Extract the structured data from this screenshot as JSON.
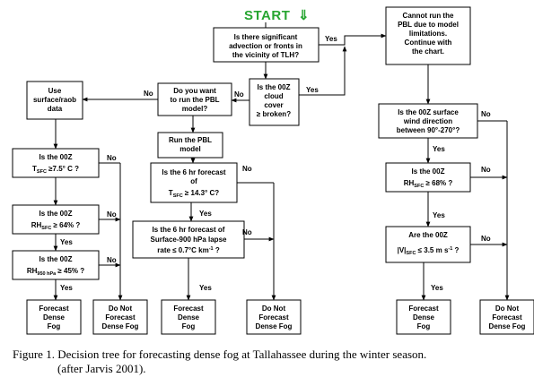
{
  "start_label": "START",
  "start_arrow": "⇓",
  "boxes": {
    "advection": [
      "Is there significant",
      "advection or fronts in",
      "the vicinity of TLH?"
    ],
    "cannot_run": [
      "Cannot run the",
      "PBL due to model",
      "limitations.",
      "Continue with",
      "the chart."
    ],
    "use_surface": [
      "Use",
      "surface/raob",
      "data"
    ],
    "run_pbl_q": [
      "Do you want",
      "to run the PBL",
      "model?"
    ],
    "cloud": [
      "Is the 00Z",
      "cloud",
      "cover",
      "≥ broken?"
    ],
    "wind_dir": [
      "Is the 00Z surface",
      "wind direction",
      "between 90°-270°?"
    ],
    "run_pbl": [
      "Run the PBL",
      "model"
    ],
    "tsfc": [
      "Is the 00Z",
      "T",
      "SFC",
      " ≥7.5° C ?"
    ],
    "forecast6_t": [
      "Is the 6 hr forecast",
      "of",
      "T",
      "SFC",
      " ≥ 14.3° C?"
    ],
    "rh68": [
      "Is the 00Z",
      "RH",
      "SFC",
      " ≥ 68% ?"
    ],
    "rh64": [
      "Is the 00Z",
      "RH",
      "SFC",
      " ≥ 64% ?"
    ],
    "lapse": [
      "Is the 6 hr forecast of",
      "Surface-900 hPa lapse",
      "rate ≤ 0.7°C km",
      "-1",
      " ?"
    ],
    "wind_speed": [
      "Are the 00Z",
      "|V|",
      "SFC",
      " ≤ 3.5 m s",
      "-1",
      " ?"
    ],
    "rh950": [
      "Is the 00Z",
      "RH",
      "950 hPa",
      " ≥ 45% ?"
    ],
    "outcome_fog": [
      "Forecast",
      "Dense",
      "Fog"
    ],
    "outcome_nofog": [
      "Do Not",
      "Forecast",
      "Dense Fog"
    ]
  },
  "labels": {
    "yes": "Yes",
    "no": "No"
  },
  "caption": {
    "line1": "Figure 1.  Decision tree for forecasting dense fog at Tallahassee during the winter season.",
    "line2": "(after Jarvis 2001)."
  }
}
